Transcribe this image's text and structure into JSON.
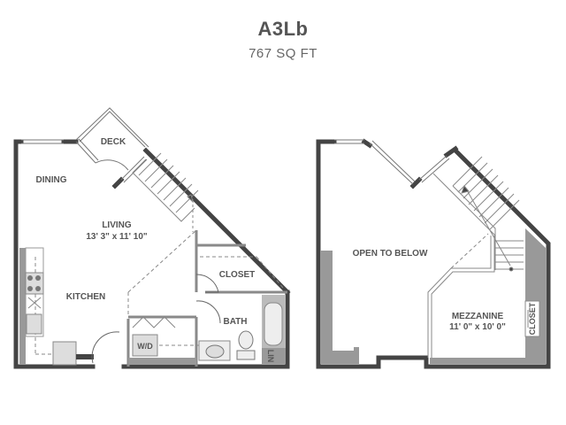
{
  "header": {
    "unit_name": "A3Lb",
    "square_footage": "767 SQ FT"
  },
  "floor1": {
    "rooms": {
      "deck": "DECK",
      "dining": "DINING",
      "living": "LIVING",
      "living_dims": "13' 3\" x 11' 10\"",
      "kitchen": "KITCHEN",
      "closet": "CLOSET",
      "bath": "BATH",
      "wd": "W/D",
      "lin": "LIN"
    }
  },
  "floor2": {
    "rooms": {
      "open_to_below": "OPEN TO BELOW",
      "mezzanine": "MEZZANINE",
      "mezzanine_dims": "11' 0\" x 10' 0\"",
      "closet": "CLOSET"
    }
  },
  "colors": {
    "wall": "#444444",
    "interior_wall": "#8a8a8a",
    "fill_gray": "#999999",
    "fixture": "#dddddd",
    "text": "#555555"
  }
}
